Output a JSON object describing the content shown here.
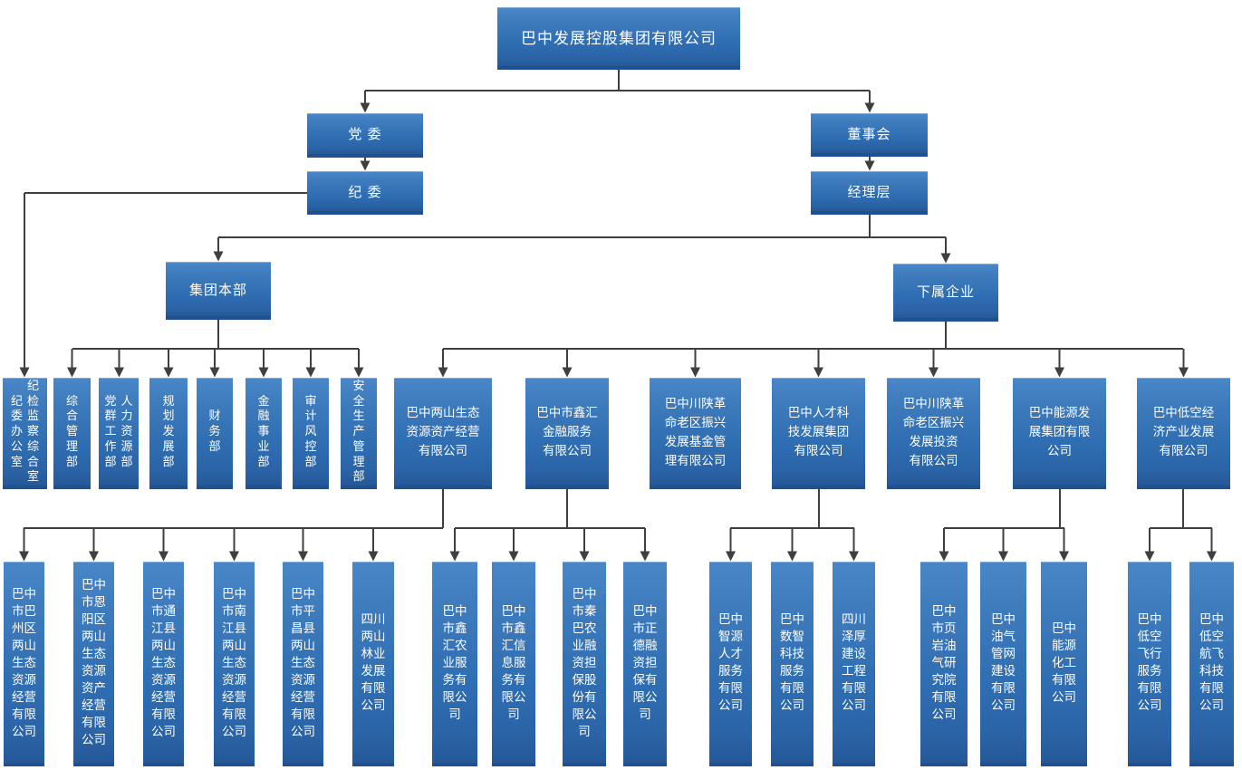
{
  "colors": {
    "box_gradient_top": "#4a87c9",
    "box_gradient_bottom": "#255897",
    "box_border_bottom": "#1f5190",
    "connector_line": "#3f3f3f",
    "box_text": "#ffffff",
    "background": "#ffffff"
  },
  "nodes": {
    "root": {
      "label": "巴中发展控股集团有限公司"
    },
    "party_committee": {
      "label": "党 委"
    },
    "discipline_committee": {
      "label": "纪 委"
    },
    "board_of_directors": {
      "label": "董事会"
    },
    "management_level": {
      "label": "经理层"
    },
    "group_headquarters": {
      "label": "集团本部"
    },
    "subordinate_enterprises": {
      "label": "下属企业"
    }
  },
  "departments": [
    {
      "name": "纪检监察综合室 纪委办公室",
      "display": [
        "纪\n委\n办\n公\n室",
        "纪\n检\n监\n察\n综\n合\n室"
      ]
    },
    {
      "name": "综合管理部",
      "display": "综\n合\n管\n理\n部"
    },
    {
      "name": "党群工作部 人力资源部",
      "display": [
        "党\n群\n工\n作\n部",
        "人\n力\n资\n源\n部"
      ]
    },
    {
      "name": "规划发展部",
      "display": "规\n划\n发\n展\n部"
    },
    {
      "name": "财务部",
      "display": "财\n务\n部"
    },
    {
      "name": "金融事业部",
      "display": "金\n融\n事\n业\n部"
    },
    {
      "name": "审计风控部",
      "display": "审\n计\n风\n控\n部"
    },
    {
      "name": "安全生产管理部",
      "display": "安\n全\n生\n产\n管\n理\n部"
    }
  ],
  "subsidiaries": [
    {
      "name": "巴中两山生态资源资产经营有限公司",
      "display": "巴中两山生态\n资源资产经营\n有限公司"
    },
    {
      "name": "巴中市鑫汇金融服务有限公司",
      "display": "巴中市鑫汇\n金融服务\n有限公司"
    },
    {
      "name": "巴中川陕革命老区振兴发展基金管理有限公司",
      "display": "巴中川陕革\n命老区振兴\n发展基金管\n理有限公司"
    },
    {
      "name": "巴中人才科技发展集团有限公司",
      "display": "巴中人才科\n技发展集团\n有限公司"
    },
    {
      "name": "巴中川陕革命老区振兴发展投资有限公司",
      "display": "巴中川陕革\n命老区振兴\n发展投资\n有限公司"
    },
    {
      "name": "巴中能源发展集团有限公司",
      "display": "巴中能源发\n展集团有限\n公司"
    },
    {
      "name": "巴中低空经济产业发展有限公司",
      "display": "巴中低空经\n济产业发展\n有限公司"
    }
  ],
  "children": [
    {
      "name": "巴中市巴州区两山生态资源经营有限公司",
      "display": "巴中\n市巴\n州区\n两山\n生态\n资源\n经营\n有限\n公司"
    },
    {
      "name": "巴中市恩阳区两山生态资源资产经营有限公司",
      "display": "巴中\n市恩\n阳区\n两山\n生态\n资源\n资产\n经营\n有限\n公司"
    },
    {
      "name": "巴中市通江县两山生态资源经营有限公司",
      "display": "巴中\n市通\n江县\n两山\n生态\n资源\n经营\n有限\n公司"
    },
    {
      "name": "巴中市南江县两山生态资源经营有限公司",
      "display": "巴中\n市南\n江县\n两山\n生态\n资源\n经营\n有限\n公司"
    },
    {
      "name": "巴中市平昌县两山生态资源经营有限公司",
      "display": "巴中\n市平\n昌县\n两山\n生态\n资源\n经营\n有限\n公司"
    },
    {
      "name": "四川两山林业发展有限公司",
      "display": "四川\n两山\n林业\n发展\n有限\n公司"
    },
    {
      "name": "巴中市鑫汇农业服务有限公司",
      "display": "巴中\n市鑫\n汇农\n业服\n务有\n限公\n司"
    },
    {
      "name": "巴中市鑫汇信息服务有限公司",
      "display": "巴中\n市鑫\n汇信\n息服\n务有\n限公\n司"
    },
    {
      "name": "巴中市秦巴农业融资担保股份有限公司",
      "display": "巴中\n市秦\n巴农\n业融\n资担\n保股\n份有\n限公\n司"
    },
    {
      "name": "巴中市正德融资担保有限公司",
      "display": "巴中\n市正\n德融\n资担\n保有\n限公\n司"
    },
    {
      "name": "巴中智源人才服务有限公司",
      "display": "巴中\n智源\n人才\n服务\n有限\n公司"
    },
    {
      "name": "巴中数智科技服务有限公司",
      "display": "巴中\n数智\n科技\n服务\n有限\n公司"
    },
    {
      "name": "四川泽厚建设工程有限公司",
      "display": "四川\n泽厚\n建设\n工程\n有限\n公司"
    },
    {
      "name": "巴中市页岩油气研究院有限公司",
      "display": "巴中\n市页\n岩油\n气研\n究院\n有限\n公司"
    },
    {
      "name": "巴中油气管网建设有限公司",
      "display": "巴中\n油气\n管网\n建设\n有限\n公司"
    },
    {
      "name": "巴中能源化工有限公司",
      "display": "巴中\n能源\n化工\n有限\n公司"
    },
    {
      "name": "巴中低空飞行服务有限公司",
      "display": "巴中\n低空\n飞行\n服务\n有限\n公司"
    },
    {
      "name": "巴中低空航飞科技有限公司",
      "display": "巴中\n低空\n航飞\n科技\n有限\n公司"
    }
  ]
}
